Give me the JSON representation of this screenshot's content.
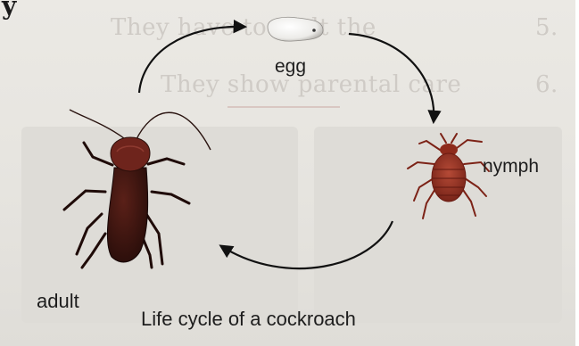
{
  "diagram": {
    "caption": "Life cycle of a cockroach",
    "stages": {
      "egg": "egg",
      "nymph": "nymph",
      "adult": "adult"
    },
    "background_text": {
      "top_left": "y",
      "line1_number": "5.",
      "line1_text": "They have to molt the",
      "line2_number": "6.",
      "line2_text": "They show parental care"
    }
  },
  "colors": {
    "background": "#e8e6e1",
    "arrow": "#111111",
    "egg": "#f3f1ee",
    "nymph": "#8b2a1e",
    "adult_body": "#3a1510",
    "adult_head": "#7a2a22"
  }
}
